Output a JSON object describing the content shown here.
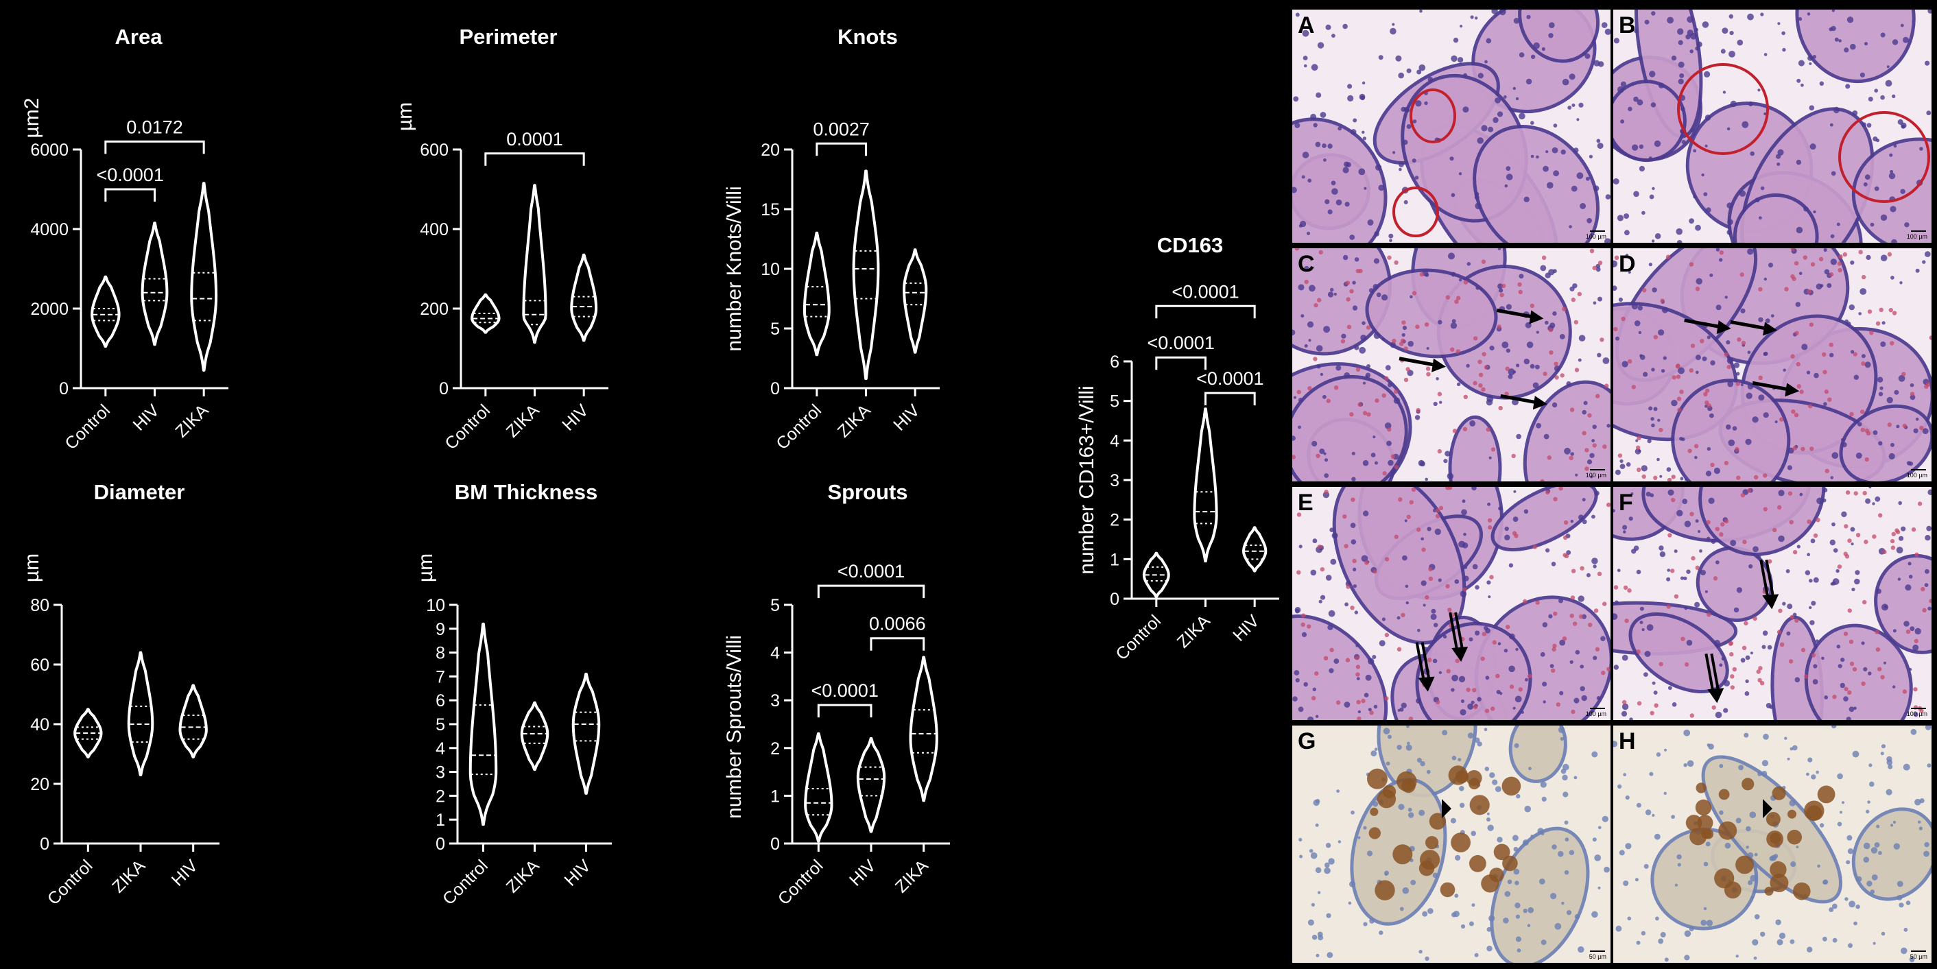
{
  "chart_data": [
    {
      "id": "area",
      "type": "violin",
      "title": "Area",
      "ylabel": "µm2",
      "ylim": [
        0,
        6000
      ],
      "yticks": [
        0,
        2000,
        4000,
        6000
      ],
      "categories": [
        "Control",
        "HIV",
        "ZIKA"
      ],
      "violins": [
        {
          "min": 1050,
          "max": 2800,
          "q1": 1700,
          "median": 1850,
          "q3": 2000,
          "mode": 1850,
          "width": 0.55
        },
        {
          "min": 1100,
          "max": 4150,
          "q1": 2200,
          "median": 2400,
          "q3": 2750,
          "mode": 2400,
          "width": 0.5
        },
        {
          "min": 450,
          "max": 5150,
          "q1": 1700,
          "median": 2250,
          "q3": 2900,
          "mode": 2300,
          "width": 0.5
        }
      ],
      "brackets": [
        {
          "from": 0,
          "to": 1,
          "y": 5000,
          "label": "<0.0001"
        },
        {
          "from": 0,
          "to": 2,
          "y": 6200,
          "label": "0.0172"
        }
      ]
    },
    {
      "id": "perimeter",
      "type": "violin",
      "title": "Perimeter",
      "ylabel": "µm",
      "ylim": [
        0,
        600
      ],
      "yticks": [
        0,
        200,
        400,
        600
      ],
      "categories": [
        "Control",
        "ZIKA",
        "HIV"
      ],
      "violins": [
        {
          "min": 140,
          "max": 235,
          "q1": 165,
          "median": 175,
          "q3": 188,
          "mode": 175,
          "width": 0.55
        },
        {
          "min": 115,
          "max": 510,
          "q1": 160,
          "median": 185,
          "q3": 220,
          "mode": 185,
          "width": 0.45
        },
        {
          "min": 120,
          "max": 335,
          "q1": 180,
          "median": 205,
          "q3": 230,
          "mode": 200,
          "width": 0.5
        }
      ],
      "brackets": [
        {
          "from": 0,
          "to": 2,
          "y": 590,
          "label": "0.0001"
        }
      ]
    },
    {
      "id": "knots",
      "type": "violin",
      "title": "Knots",
      "ylabel": "number Knots/Villi",
      "ylim": [
        0,
        20
      ],
      "yticks": [
        0,
        5,
        10,
        15,
        20
      ],
      "categories": [
        "Control",
        "ZIKA",
        "HIV"
      ],
      "violins": [
        {
          "min": 2.8,
          "max": 13,
          "q1": 6,
          "median": 7,
          "q3": 8.5,
          "mode": 6.5,
          "width": 0.5
        },
        {
          "min": 0.8,
          "max": 18.2,
          "q1": 7.5,
          "median": 10,
          "q3": 11.5,
          "mode": 10,
          "width": 0.5
        },
        {
          "min": 3,
          "max": 11.6,
          "q1": 7,
          "median": 8,
          "q3": 8.8,
          "mode": 8.3,
          "width": 0.45
        }
      ],
      "brackets": [
        {
          "from": 0,
          "to": 1,
          "y": 20.5,
          "label": "0.0027"
        }
      ]
    },
    {
      "id": "diameter",
      "type": "violin",
      "title": "Diameter",
      "ylabel": "µm",
      "ylim": [
        0,
        80
      ],
      "yticks": [
        0,
        20,
        40,
        60,
        80
      ],
      "categories": [
        "Control",
        "ZIKA",
        "HIV"
      ],
      "violins": [
        {
          "min": 29,
          "max": 45,
          "q1": 35,
          "median": 37,
          "q3": 39,
          "mode": 37,
          "width": 0.5
        },
        {
          "min": 23,
          "max": 64,
          "q1": 34,
          "median": 40,
          "q3": 46,
          "mode": 40,
          "width": 0.45
        },
        {
          "min": 29,
          "max": 53,
          "q1": 35,
          "median": 39,
          "q3": 43,
          "mode": 38,
          "width": 0.5
        }
      ],
      "brackets": []
    },
    {
      "id": "bm-thickness",
      "type": "violin",
      "title": "BM Thickness",
      "ylabel": "µm",
      "ylim": [
        0,
        10
      ],
      "yticks": [
        0,
        1,
        2,
        3,
        4,
        5,
        6,
        7,
        8,
        9,
        10
      ],
      "categories": [
        "Control",
        "ZIKA",
        "HIV"
      ],
      "violins": [
        {
          "min": 0.8,
          "max": 9.2,
          "q1": 2.9,
          "median": 3.7,
          "q3": 5.8,
          "mode": 3.0,
          "width": 0.5
        },
        {
          "min": 3.1,
          "max": 5.9,
          "q1": 4.2,
          "median": 4.6,
          "q3": 4.9,
          "mode": 4.6,
          "width": 0.5
        },
        {
          "min": 2.1,
          "max": 7.1,
          "q1": 4.3,
          "median": 5,
          "q3": 5.5,
          "mode": 5,
          "width": 0.5
        }
      ],
      "brackets": []
    },
    {
      "id": "sprouts",
      "type": "violin",
      "title": "Sprouts",
      "ylabel": "number Sprouts/Villi",
      "ylim": [
        0,
        5
      ],
      "yticks": [
        0,
        1,
        2,
        3,
        4,
        5
      ],
      "categories": [
        "Control",
        "HIV",
        "ZIKA"
      ],
      "violins": [
        {
          "min": 0.05,
          "max": 2.3,
          "q1": 0.6,
          "median": 0.85,
          "q3": 1.15,
          "mode": 0.8,
          "width": 0.5
        },
        {
          "min": 0.25,
          "max": 2.2,
          "q1": 1.0,
          "median": 1.35,
          "q3": 1.6,
          "mode": 1.4,
          "width": 0.5
        },
        {
          "min": 0.9,
          "max": 3.9,
          "q1": 1.9,
          "median": 2.3,
          "q3": 2.8,
          "mode": 2.2,
          "width": 0.5
        }
      ],
      "brackets": [
        {
          "from": 0,
          "to": 1,
          "y": 2.9,
          "label": "<0.0001"
        },
        {
          "from": 1,
          "to": 2,
          "y": 4.3,
          "label": "0.0066"
        },
        {
          "from": 0,
          "to": 2,
          "y": 5.4,
          "label": "<0.0001"
        }
      ]
    },
    {
      "id": "cd163",
      "type": "violin",
      "title": "CD163",
      "ylabel": "number CD163+/Villi",
      "ylim": [
        0,
        6
      ],
      "yticks": [
        0,
        1,
        2,
        3,
        4,
        5,
        6
      ],
      "categories": [
        "Control",
        "ZIKA",
        "HIV"
      ],
      "violins": [
        {
          "min": 0.05,
          "max": 1.15,
          "q1": 0.45,
          "median": 0.6,
          "q3": 0.8,
          "mode": 0.6,
          "width": 0.5
        },
        {
          "min": 0.95,
          "max": 4.8,
          "q1": 1.9,
          "median": 2.2,
          "q3": 2.7,
          "mode": 2.1,
          "width": 0.45
        },
        {
          "min": 0.7,
          "max": 1.8,
          "q1": 1.0,
          "median": 1.2,
          "q3": 1.35,
          "mode": 1.2,
          "width": 0.45
        }
      ],
      "brackets": [
        {
          "from": 1,
          "to": 2,
          "y": 5.2,
          "label": "<0.0001"
        },
        {
          "from": 0,
          "to": 1,
          "y": 6.1,
          "label": "<0.0001"
        },
        {
          "from": 0,
          "to": 2,
          "y": 7.4,
          "label": "<0.0001"
        }
      ]
    }
  ],
  "micrographs": [
    {
      "letter": "A",
      "stain": "H&E",
      "scale": "100 µm",
      "annotation": "red-outlined villi"
    },
    {
      "letter": "B",
      "stain": "H&E",
      "scale": "100 µm",
      "annotation": "red-outlined villi"
    },
    {
      "letter": "C",
      "stain": "H&E",
      "scale": "100 µm",
      "annotation": "arrows"
    },
    {
      "letter": "D",
      "stain": "H&E",
      "scale": "100 µm",
      "annotation": "arrows"
    },
    {
      "letter": "E",
      "stain": "H&E",
      "scale": "100 µm",
      "annotation": "double arrows"
    },
    {
      "letter": "F",
      "stain": "H&E",
      "scale": "100 µm",
      "annotation": "double arrows"
    },
    {
      "letter": "G",
      "stain": "IHC",
      "scale": "50 µm",
      "annotation": "arrowhead"
    },
    {
      "letter": "H",
      "stain": "IHC",
      "scale": "50 µm",
      "annotation": "arrowhead"
    }
  ],
  "colors": {
    "background": "#000000",
    "foreground": "#ffffff",
    "he_background": "#f3eaf2",
    "he_tissue": "#c79ccb",
    "he_nuclei": "#4b3a8f",
    "he_rbc": "#c44a6a",
    "ihc_background": "#efe9e0",
    "ihc_tissue": "#cfc6b4",
    "ihc_nuclei": "#6d7fb3",
    "ihc_brown": "#8a5324",
    "red_outline": "#c2202c"
  }
}
